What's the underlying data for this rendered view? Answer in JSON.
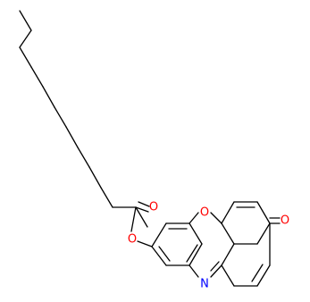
{
  "molecule": {
    "atom_labels": {
      "ester_carbonyl_oxygen": "O",
      "ester_bridge_oxygen": "O",
      "ring_oxygen": "O",
      "ring_nitrogen": "N",
      "ketone_oxygen": "O"
    },
    "colors": {
      "bond": "#000000",
      "oxygen": "#ff0000",
      "nitrogen": "#0000ff",
      "background": "#ffffff"
    }
  }
}
